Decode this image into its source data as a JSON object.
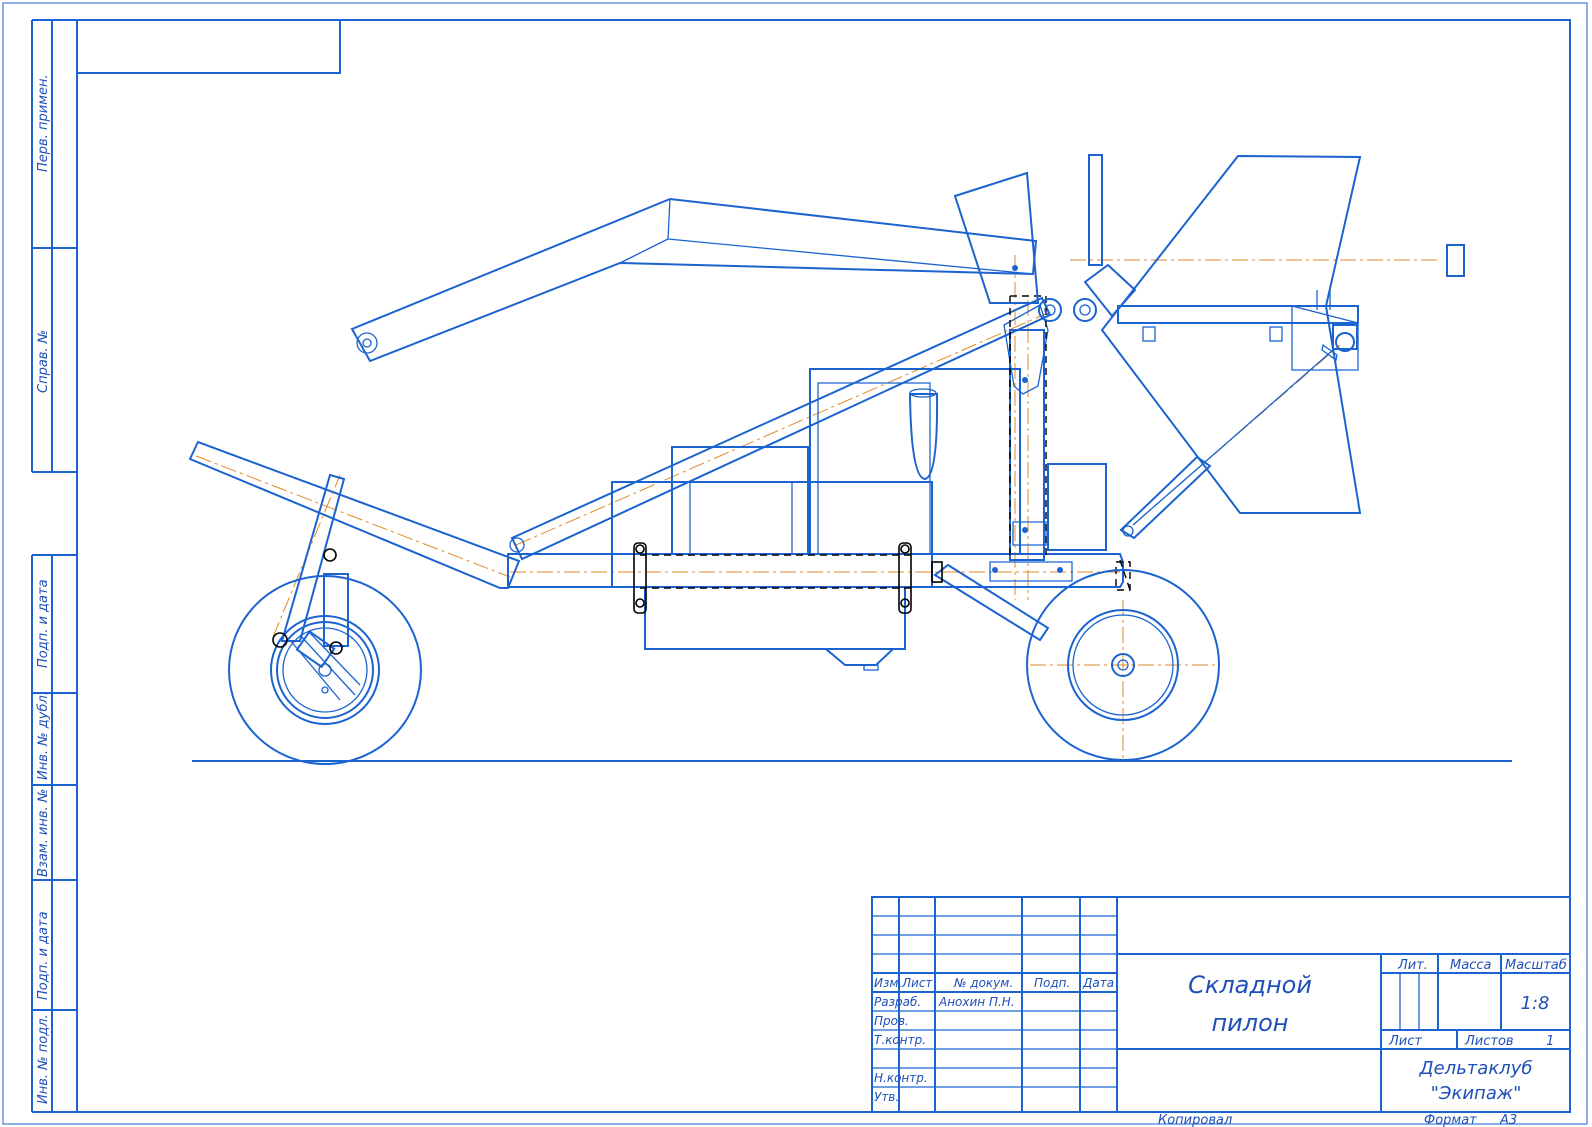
{
  "side_stamp": {
    "perv_primen": "Перв. примен.",
    "sprav_no": "Справ. №",
    "podp_data_1": "Подп. и дата",
    "inv_dubl": "Инв. № дубл.",
    "vzam_inv": "Взам. инв. №",
    "podp_data_2": "Подп. и дата",
    "inv_podl": "Инв. № подл."
  },
  "title_block": {
    "col_izm": "Изм.",
    "col_list": "Лист",
    "col_doc": "№ докум.",
    "col_podp": "Подп.",
    "col_data": "Дата",
    "row_razrab": "Разраб.",
    "razrab_name": "Анохин П.Н.",
    "row_prov": "Пров.",
    "row_tkontr": "Т.контр.",
    "row_nkontr": "Н.контр.",
    "row_utv": "Утв.",
    "title_line1": "Складной",
    "title_line2": "пилон",
    "lit_label": "Лит.",
    "massa_label": "Масса",
    "masshtab_label": "Масштаб",
    "scale_value": "1:8",
    "sheet_label": "Лист",
    "sheets_label": "Листов",
    "sheets_value": "1",
    "org_line1": "Дельтаклуб",
    "org_line2": "\"Экипаж\""
  },
  "footer": {
    "copied": "Копировал",
    "format_label": "Формат",
    "format_value": "А3"
  },
  "colors": {
    "frame": "#1a63d0",
    "centerline": "#e08a2a",
    "hidden_lines": "#000000"
  }
}
